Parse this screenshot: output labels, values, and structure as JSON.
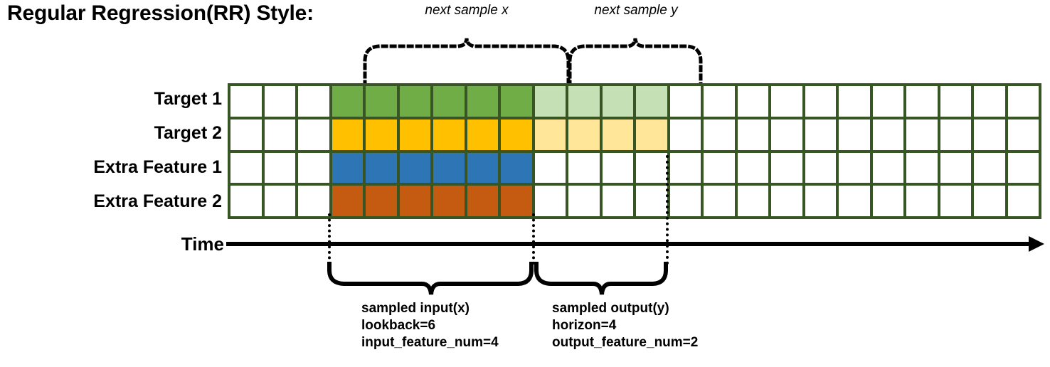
{
  "title": "Regular Regression(RR) Style:",
  "top_annotations": {
    "next_sample_x": "next sample x",
    "next_sample_y": "next sample y"
  },
  "row_labels": [
    "Target 1",
    "Target 2",
    "Extra Feature 1",
    "Extra Feature 2"
  ],
  "time_axis": {
    "label": "Time"
  },
  "bottom_annotations": {
    "input": {
      "title": "sampled input(x)",
      "line2": "lookback=6",
      "line3": "input_feature_num=4"
    },
    "output": {
      "title": "sampled output(y)",
      "line2": "horizon=4",
      "line3": "output_feature_num=2"
    }
  },
  "grid": {
    "columns": 24,
    "rows": 4,
    "border_color": "#375623",
    "input_start_col": 3,
    "input_end_col": 9,
    "output_end_col": 13,
    "colors": {
      "green": "#70AD47",
      "green_light": "#C5E0B4",
      "yellow": "#FFC000",
      "yellow_light": "#FFE699",
      "blue": "#2E75B6",
      "orange": "#C55A11",
      "empty": "#FFFFFF"
    },
    "cells": [
      [
        "empty",
        "empty",
        "empty",
        "green",
        "green",
        "green",
        "green",
        "green",
        "green",
        "green_light",
        "green_light",
        "green_light",
        "green_light",
        "empty",
        "empty",
        "empty",
        "empty",
        "empty",
        "empty",
        "empty",
        "empty",
        "empty",
        "empty",
        "empty"
      ],
      [
        "empty",
        "empty",
        "empty",
        "yellow",
        "yellow",
        "yellow",
        "yellow",
        "yellow",
        "yellow",
        "yellow_light",
        "yellow_light",
        "yellow_light",
        "yellow_light",
        "empty",
        "empty",
        "empty",
        "empty",
        "empty",
        "empty",
        "empty",
        "empty",
        "empty",
        "empty",
        "empty"
      ],
      [
        "empty",
        "empty",
        "empty",
        "blue",
        "blue",
        "blue",
        "blue",
        "blue",
        "blue",
        "empty",
        "empty",
        "empty",
        "empty",
        "empty",
        "empty",
        "empty",
        "empty",
        "empty",
        "empty",
        "empty",
        "empty",
        "empty",
        "empty",
        "empty"
      ],
      [
        "empty",
        "empty",
        "empty",
        "orange",
        "orange",
        "orange",
        "orange",
        "orange",
        "orange",
        "empty",
        "empty",
        "empty",
        "empty",
        "empty",
        "empty",
        "empty",
        "empty",
        "empty",
        "empty",
        "empty",
        "empty",
        "empty",
        "empty",
        "empty"
      ]
    ]
  }
}
